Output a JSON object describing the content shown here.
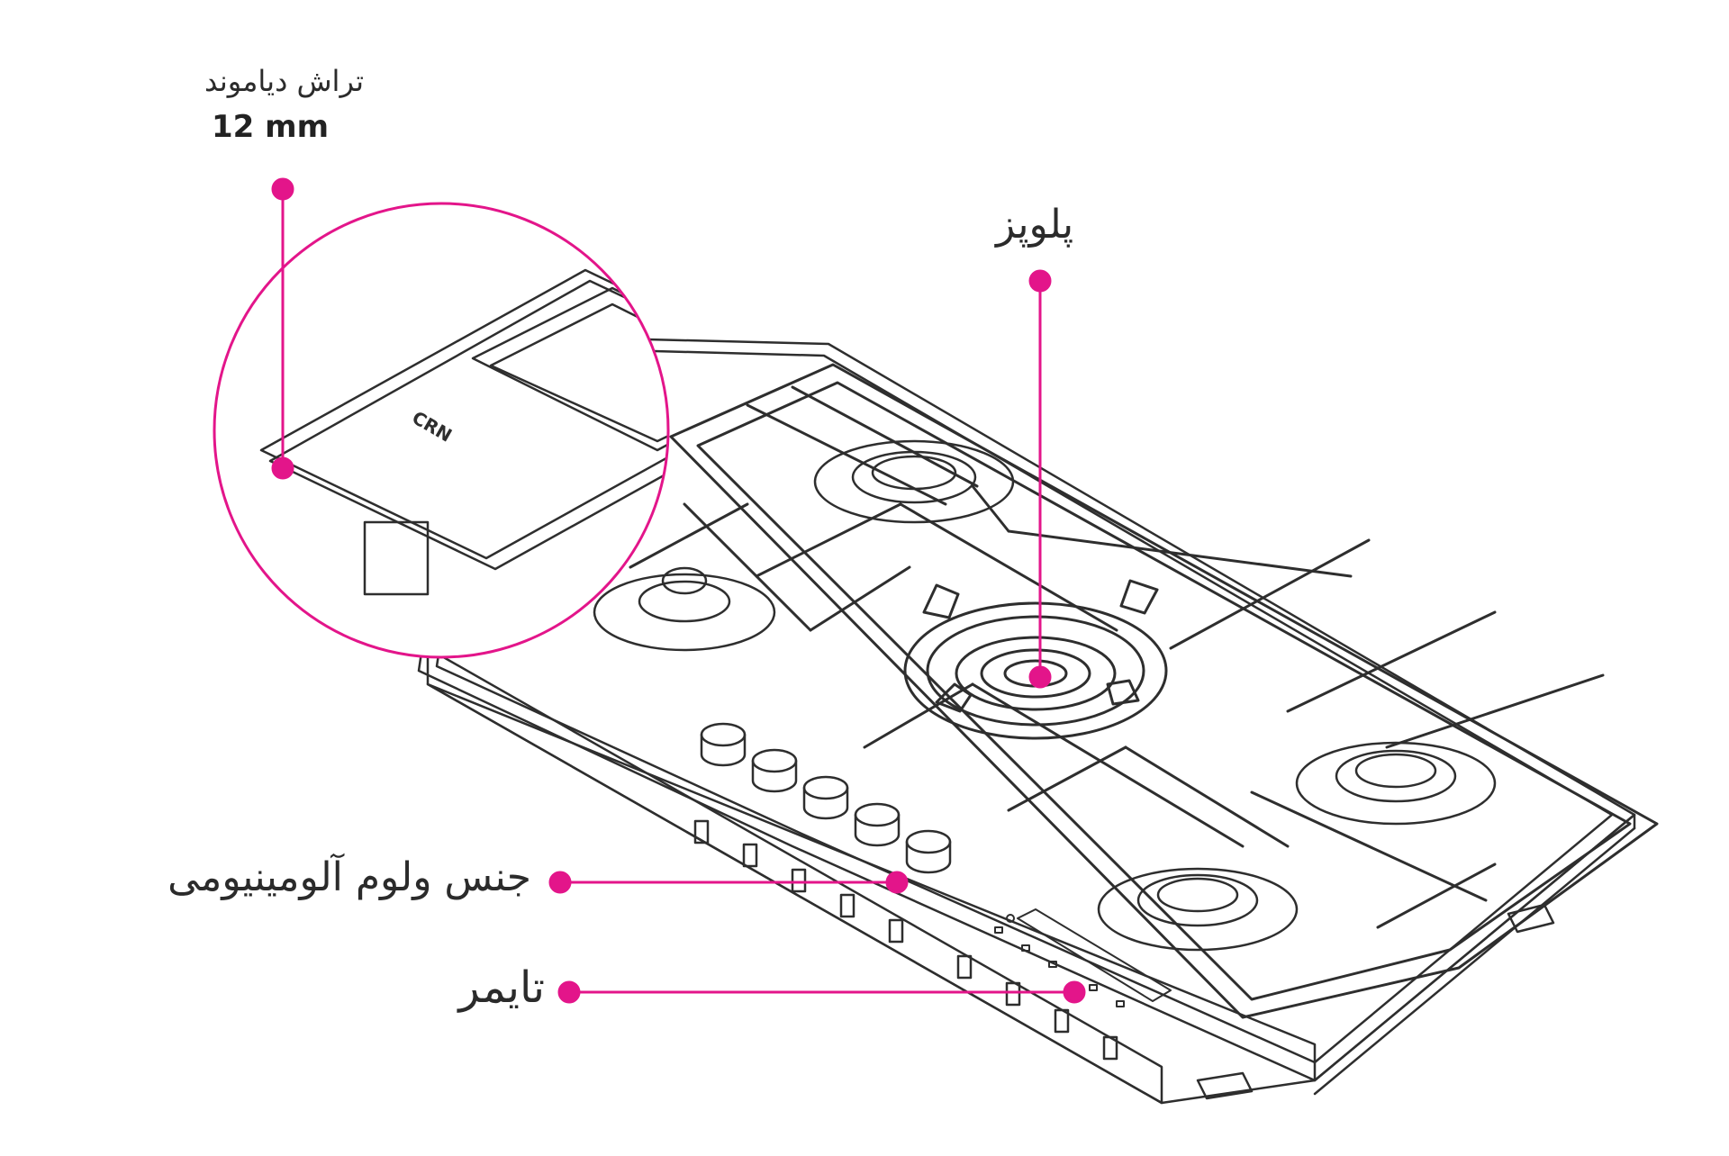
{
  "callouts": {
    "edge": {
      "title": "تراش دیاموند",
      "value": "12 mm"
    },
    "burner": {
      "title": "پلوپز"
    },
    "knobs": {
      "title": "جنس ولوم آلومینیومی"
    },
    "timer": {
      "title": "تایمر"
    }
  },
  "product": {
    "brand_mark": "CRN"
  },
  "colors": {
    "accent": "#e3158a",
    "line": "#2e2e2e",
    "background": "#ffffff"
  }
}
